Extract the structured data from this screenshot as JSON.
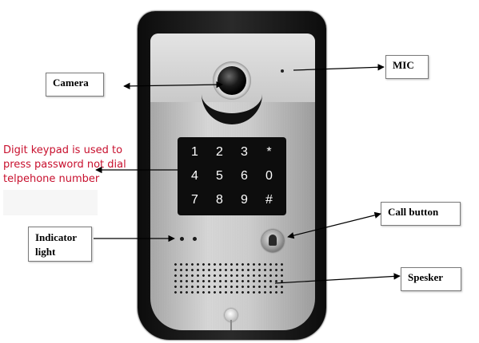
{
  "labels": {
    "camera": "Camera",
    "mic": "MIC",
    "call_button": "Call button",
    "indicator_light": "Indicator light",
    "speaker": "Spesker"
  },
  "keypad_note": "Digit keypad is used to press password not dial telpehone number",
  "keypad": {
    "keys": [
      "1",
      "2",
      "3",
      "*",
      "4",
      "5",
      "6",
      "0",
      "7",
      "8",
      "9",
      "#"
    ]
  },
  "colors": {
    "note_text": "#c8102e",
    "label_border": "#7a7a7a",
    "device_frame": "#111111",
    "arrow": "#000000"
  }
}
